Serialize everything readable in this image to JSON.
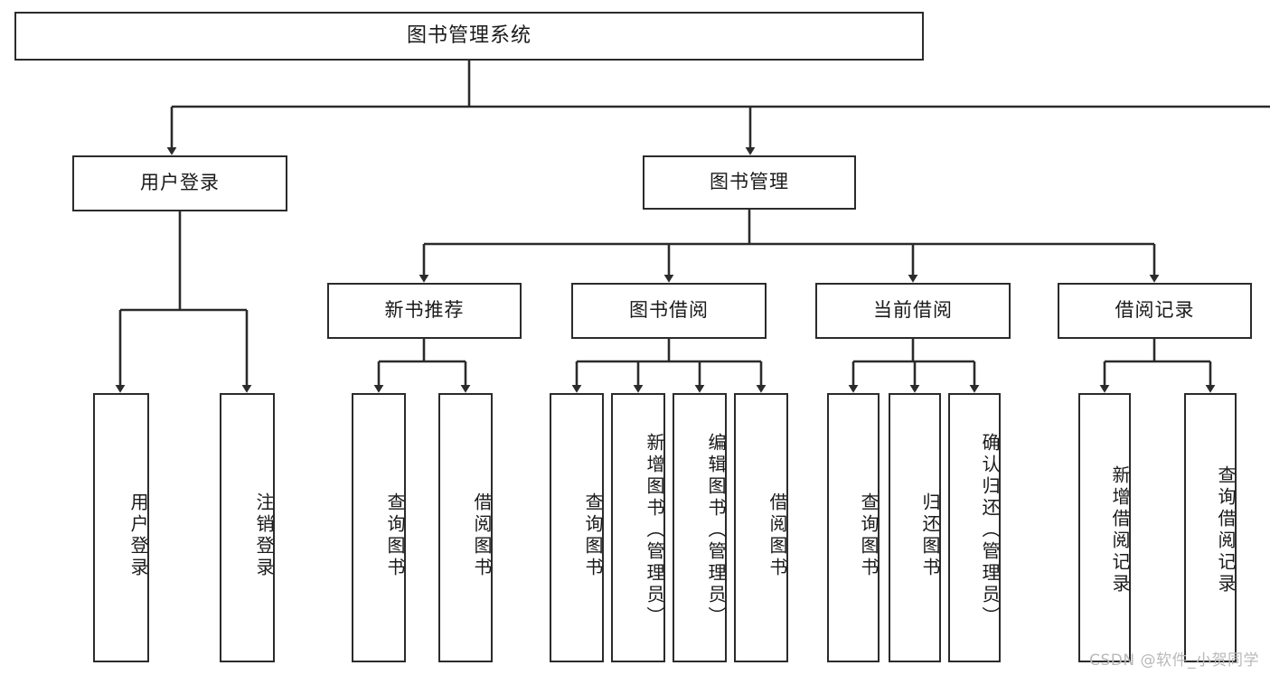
{
  "title": "图书管理系统",
  "watermark": "CSDN @软件_小贺同学",
  "colors": {
    "stroke": "#2b2b2b",
    "box_fill": "#ffffff",
    "text": "#1a1a1a",
    "watermark": "#b9b9b9",
    "background": "#ffffff"
  },
  "diagram": {
    "type": "tree",
    "orientation": "top-down",
    "root": {
      "id": "root",
      "label": "图书管理系统",
      "children": [
        {
          "id": "user-login",
          "label": "用户登录",
          "children": [
            {
              "id": "user-login-do",
              "label": "用户登录",
              "children": []
            },
            {
              "id": "user-logout",
              "label": "注销登录",
              "children": []
            }
          ]
        },
        {
          "id": "book-manage",
          "label": "图书管理",
          "children": [
            {
              "id": "new-book-recommend",
              "label": "新书推荐",
              "children": [
                {
                  "id": "recommend-query-book",
                  "label": "查询图书",
                  "children": []
                },
                {
                  "id": "recommend-borrow-book",
                  "label": "借阅图书",
                  "children": []
                }
              ]
            },
            {
              "id": "book-borrow",
              "label": "图书借阅",
              "children": [
                {
                  "id": "borrow-query-book",
                  "label": "查询图书",
                  "children": []
                },
                {
                  "id": "borrow-add-book",
                  "label": "新增图书（管理员）",
                  "children": []
                },
                {
                  "id": "borrow-edit-book",
                  "label": "编辑图书（管理员）",
                  "children": []
                },
                {
                  "id": "borrow-borrow-book",
                  "label": "借阅图书",
                  "children": []
                }
              ]
            },
            {
              "id": "current-borrow",
              "label": "当前借阅",
              "children": [
                {
                  "id": "current-query-book",
                  "label": "查询图书",
                  "children": []
                },
                {
                  "id": "current-return-book",
                  "label": "归还图书",
                  "children": []
                },
                {
                  "id": "current-confirm-return",
                  "label": "确认归还（管理员）",
                  "children": []
                }
              ]
            },
            {
              "id": "borrow-record",
              "label": "借阅记录",
              "children": [
                {
                  "id": "record-add",
                  "label": "新增借阅记录",
                  "children": []
                },
                {
                  "id": "record-query",
                  "label": "查询借阅记录",
                  "children": []
                }
              ]
            }
          ]
        }
      ]
    }
  },
  "nodes": {
    "root": "图书管理系统",
    "user_login": "用户登录",
    "book_manage": "图书管理",
    "user_login_do": "用户登录",
    "user_logout": "注销登录",
    "new_book_recommend": "新书推荐",
    "book_borrow": "图书借阅",
    "current_borrow": "当前借阅",
    "borrow_record": "借阅记录",
    "recommend_query_book": "查询图书",
    "recommend_borrow_book": "借阅图书",
    "borrow_query_book": "查询图书",
    "borrow_add_book": "新增图书（管理员）",
    "borrow_edit_book": "编辑图书（管理员）",
    "borrow_borrow_book": "借阅图书",
    "current_query_book": "查询图书",
    "current_return_book": "归还图书",
    "current_confirm_return": "确认归还（管理员）",
    "record_add": "新增借阅记录",
    "record_query": "查询借阅记录"
  }
}
